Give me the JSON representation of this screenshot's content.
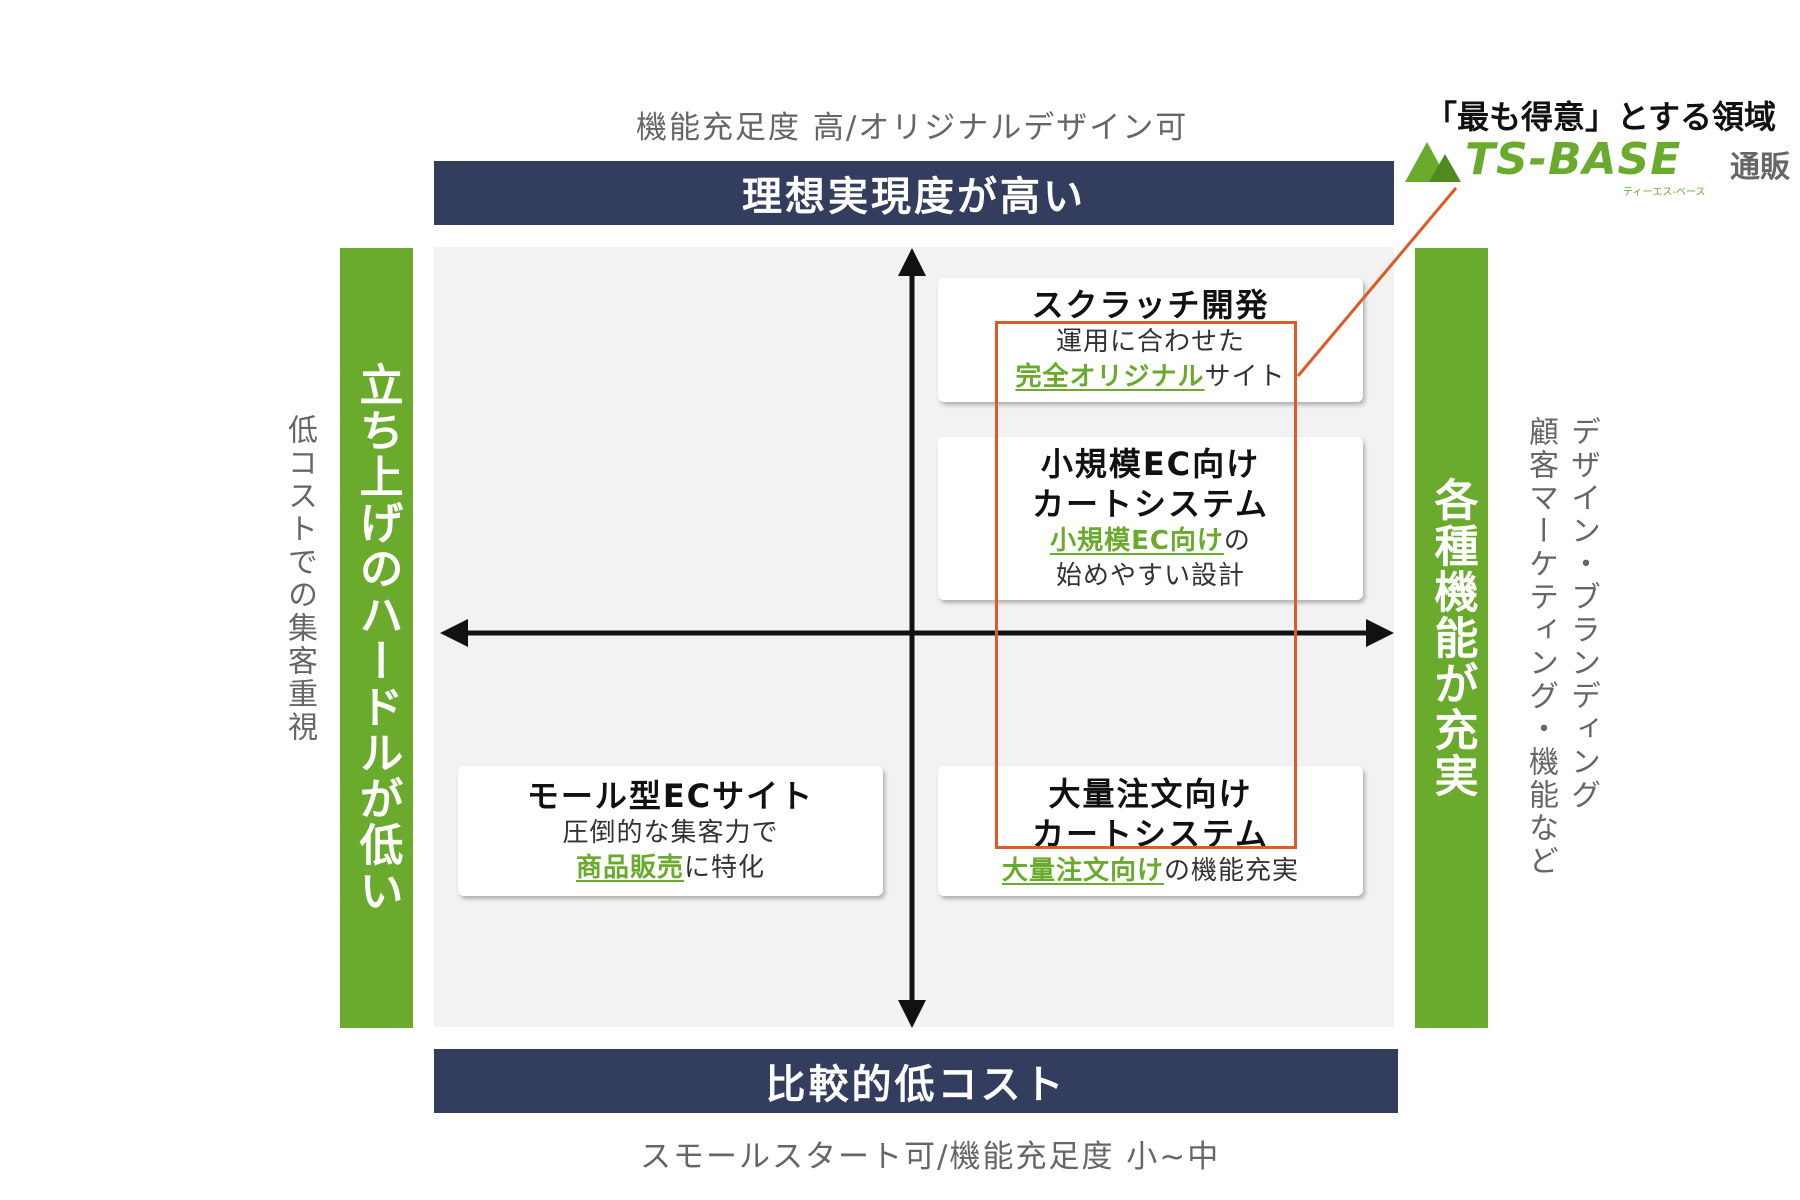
{
  "top_caption": "機能充足度 高/オリジナルデザイン可",
  "top_bar": "理想実現度が高い",
  "bottom_bar": "比較的低コスト",
  "bottom_caption": "スモールスタート可/機能充足度 小~中",
  "left_bar": "立ち上げのハードルが低い",
  "left_caption": "低コストでの集客重視",
  "right_bar": "各種機能が充実",
  "right_caption_col1": "デザイン・ブランディング",
  "right_caption_col2": "顧客マーケティング・機能など",
  "logo": {
    "caption": "「最も得意」とする領域",
    "brand": "TS-BASE",
    "kana": "ティーエス-ベース",
    "suffix": "通販"
  },
  "cards": {
    "scratch": {
      "title": "スクラッチ開発",
      "line1": "運用に合わせた",
      "highlight": "完全オリジナル",
      "rest": "サイト"
    },
    "small_ec": {
      "title1": "小規模EC向け",
      "title2": "カートシステム",
      "highlight": "小規模EC向け",
      "rest": "の",
      "line2": "始めやすい設計"
    },
    "mall": {
      "title": "モール型ECサイト",
      "line1": "圧倒的な集客力で",
      "highlight": "商品販売",
      "rest": "に特化"
    },
    "bulk": {
      "title1": "大量注文向け",
      "title2": "カートシステム",
      "highlight": "大量注文向け",
      "rest": "の機能充実"
    }
  },
  "colors": {
    "navy": "#333d5e",
    "green": "#6aaa2c",
    "highlight_box": "#e05a25",
    "plane": "#f2f2f2"
  }
}
